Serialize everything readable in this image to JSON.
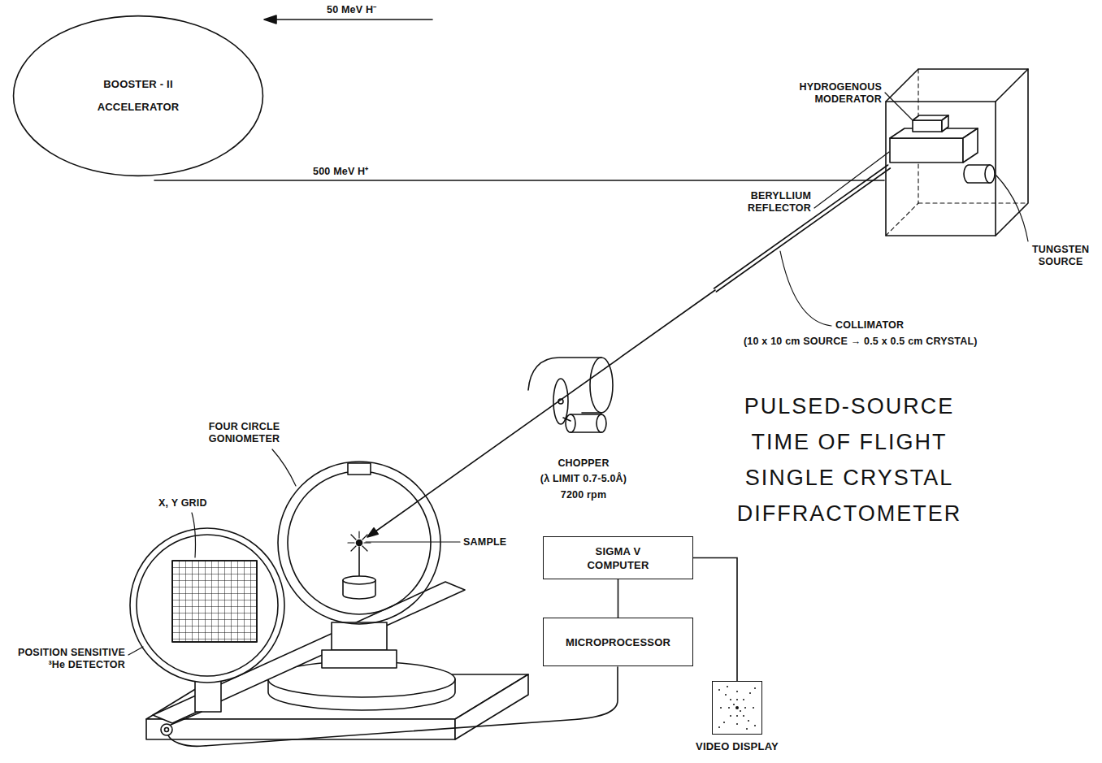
{
  "diagram": {
    "title": "PULSED-SOURCE TIME OF FLIGHT SINGLE CRYSTAL DIFFRACTOMETER",
    "nodes": [
      {
        "text": [
          "BOOSTER - II ACCELERATOR"
        ]
      },
      {
        "text": [
          "SIGMA V COMPUTER"
        ]
      },
      {
        "text": [
          "MICROPROCESSOR"
        ]
      },
      {
        "text": [
          "VIDEO DISPLAY"
        ]
      }
    ],
    "edges": [
      {
        "from": 1,
        "to": 2,
        "arrow": "none"
      },
      {
        "from": 1,
        "to": 3,
        "arrow": "none"
      }
    ],
    "labels": [
      "50 MeV H⁻",
      "500 MeV H⁺",
      "HYDROGENOUS MODERATOR",
      "BERYLLIUM REFLECTOR",
      "TUNGSTEN SOURCE",
      "COLLIMATOR",
      "(10 x 10 cm SOURCE → 0.5 x 0.5 cm CRYSTAL)",
      "CHOPPER",
      "(λ LIMIT 0.7-5.0Å)",
      "7200 rpm",
      "FOUR CIRCLE GONIOMETER",
      "SAMPLE",
      "X, Y GRID",
      "POSITION SENSITIVE ³He DETECTOR"
    ]
  }
}
